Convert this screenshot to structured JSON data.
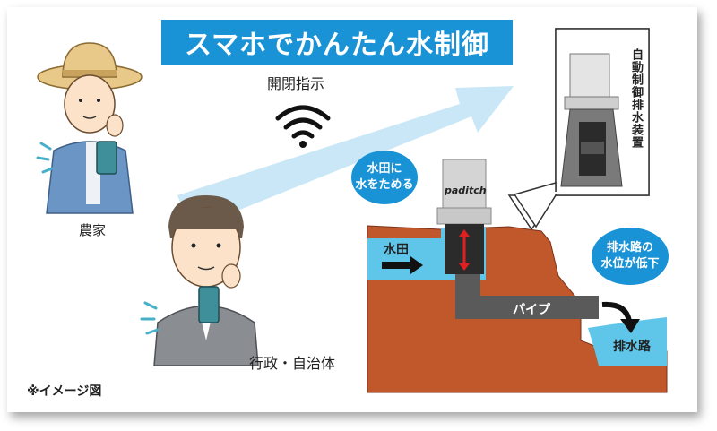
{
  "title": "スマホでかんたん水制御",
  "labels": {
    "signal": "開閉指示",
    "farmer": "農家",
    "government": "行政・自治体",
    "note": "※イメージ図",
    "device": "自動制御排水装置",
    "bubble_fill": "水田に\n水をためる",
    "bubble_lower": "排水路の\n水位が低下",
    "paddy": "水田",
    "pipe": "パイプ",
    "drain": "排水路",
    "brand": "paditch"
  },
  "colors": {
    "title_bg": "#1a93d6",
    "soil": "#c0582c",
    "water": "#5fc6ea",
    "pipe": "#5a5a5a",
    "arrow": "#c9e7f6"
  }
}
